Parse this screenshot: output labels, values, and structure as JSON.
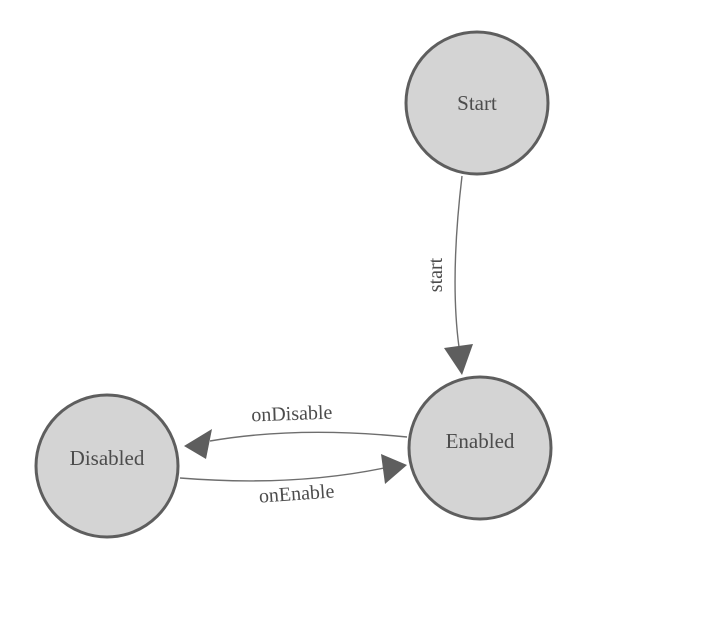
{
  "diagram": {
    "type": "finite-state-machine",
    "colors": {
      "node_fill": "#d4d4d4",
      "node_stroke": "#5e5e5e",
      "edge_stroke": "#6e6e6e",
      "arrow_fill": "#5e5e5e",
      "label_text": "#4c4c4c",
      "background": "#ffffff"
    },
    "nodes": [
      {
        "id": "start",
        "label": "Start"
      },
      {
        "id": "enabled",
        "label": "Enabled"
      },
      {
        "id": "disabled",
        "label": "Disabled"
      }
    ],
    "edges": [
      {
        "from": "start",
        "to": "enabled",
        "label": "start"
      },
      {
        "from": "enabled",
        "to": "disabled",
        "label": "onDisable"
      },
      {
        "from": "disabled",
        "to": "enabled",
        "label": "onEnable"
      }
    ]
  }
}
